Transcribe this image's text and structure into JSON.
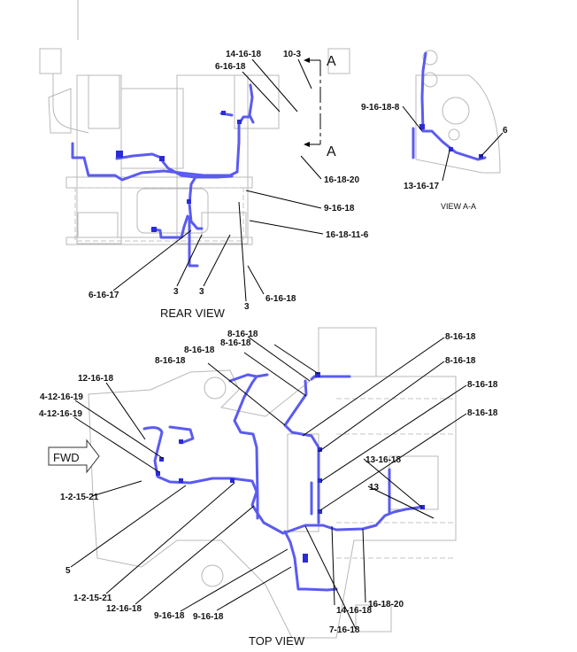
{
  "rear_view": {
    "title": "REAR VIEW",
    "section_marker": "A",
    "callouts": [
      "14-16-18",
      "6-16-18",
      "10-3",
      "16-18-20",
      "9-16-18",
      "16-18-11-6",
      "6-16-17",
      "3",
      "3",
      "3",
      "6-16-18"
    ]
  },
  "view_a_a": {
    "title": "VIEW A-A",
    "callouts": [
      "9-16-18-8",
      "6",
      "13-16-17"
    ]
  },
  "top_view": {
    "title": "TOP VIEW",
    "direction_label": "FWD",
    "callouts": [
      "8-16-18",
      "8-16-18",
      "8-16-18",
      "8-16-18",
      "8-16-18",
      "8-16-18",
      "8-16-18",
      "8-16-18",
      "12-16-18",
      "4-12-16-19",
      "4-12-16-19",
      "1-2-15-21",
      "5",
      "1-2-15-21",
      "12-16-18",
      "9-16-18",
      "9-16-18",
      "7-16-18",
      "14-16-18",
      "16-18-20",
      "13-16-18",
      "13"
    ]
  },
  "colors": {
    "hose": "#5b5bf0",
    "frame": "#b8b8b8"
  }
}
